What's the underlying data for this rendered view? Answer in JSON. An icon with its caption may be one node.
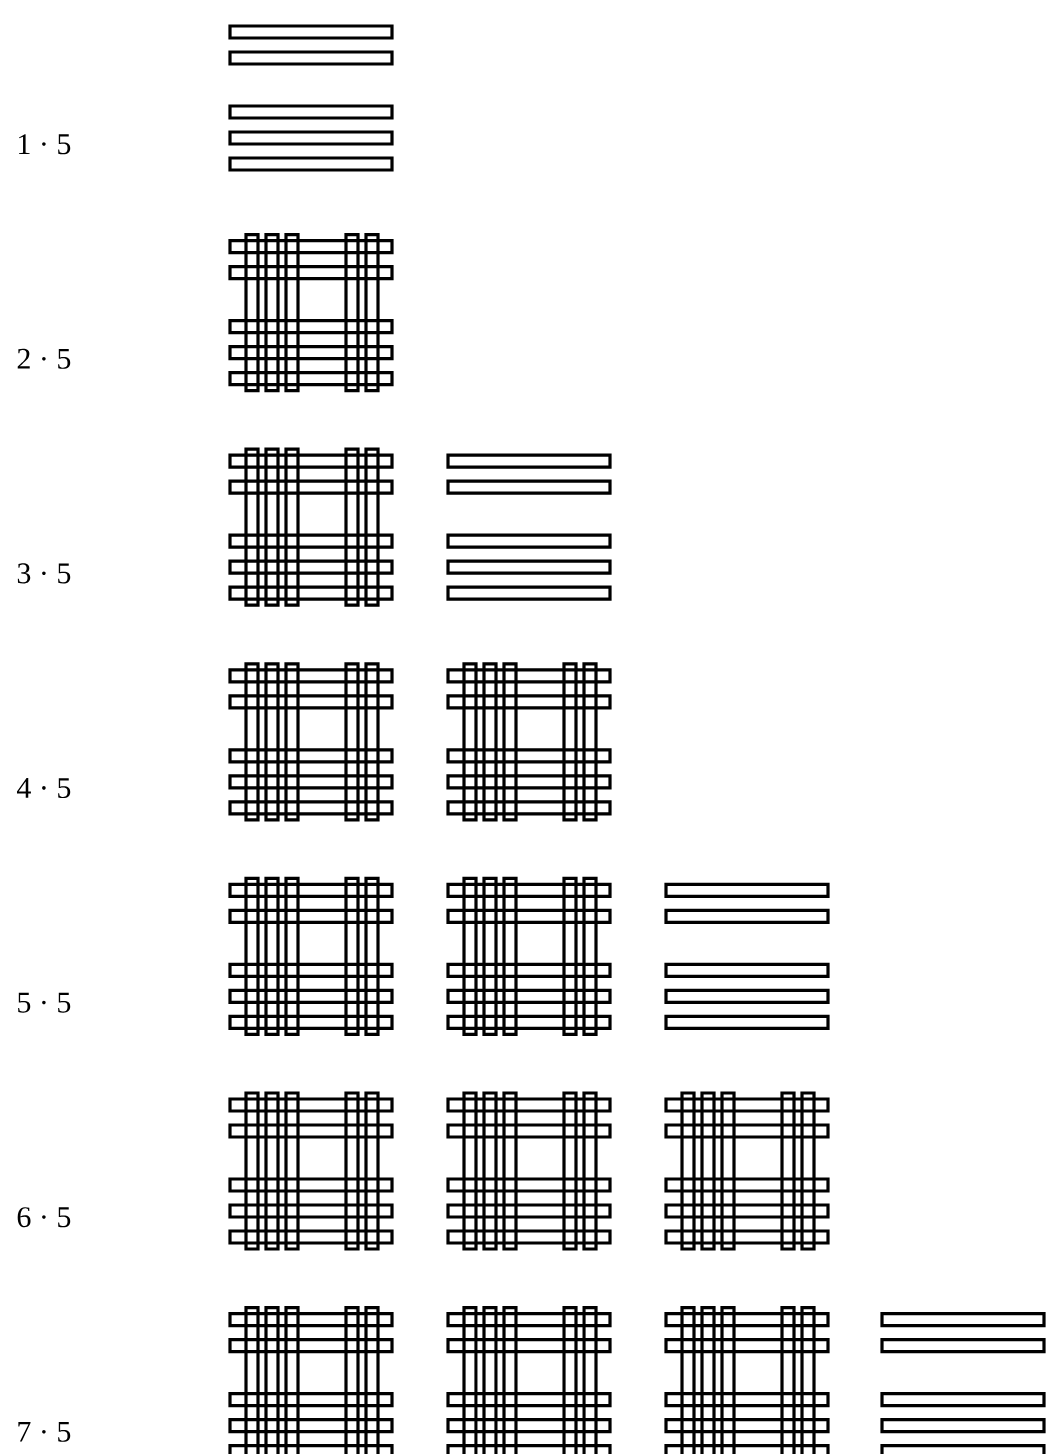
{
  "diagram": {
    "labels": [
      "1 · 5",
      "2 · 5",
      "3 · 5",
      "4 · 5",
      "5 · 5",
      "6 · 5",
      "7 · 5"
    ]
  }
}
